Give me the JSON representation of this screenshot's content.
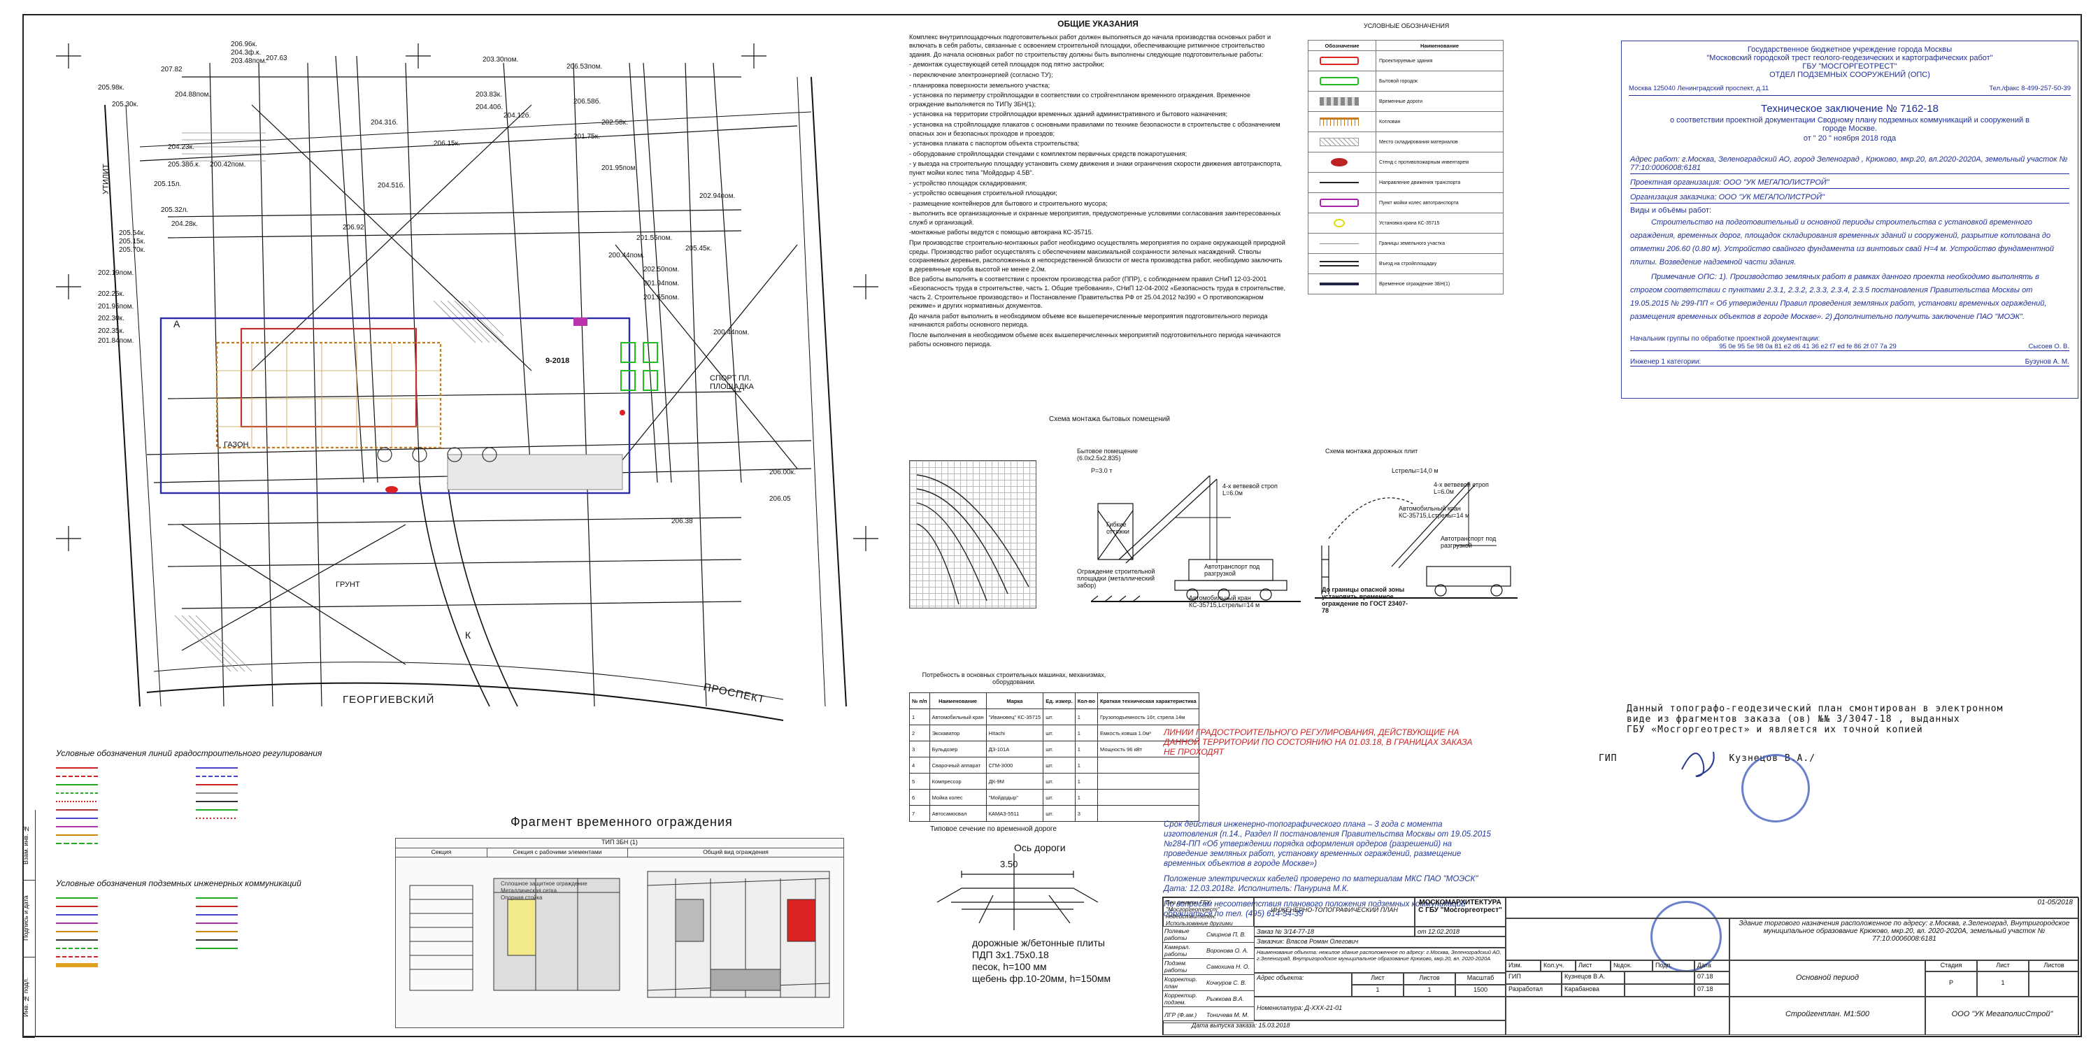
{
  "sidebar": [
    "Взам. инв. №",
    "Подпись и дата",
    "Инв. № подл."
  ],
  "map": {
    "street_1": "ГЕОРГИЕВСКИЙ",
    "street_2": "ПРОСПЕКТ",
    "street_3": "СПОРТ ПЛ. ПЛОЩАДКА",
    "street_4": "УТИЛИТ",
    "street_5": "ГАЗОН",
    "street_6": "ГРУНТ",
    "building_label": "9-2018",
    "grid_label_left": "А",
    "grid_label_bottom": "К",
    "elevations": [
      "206.96к.",
      "204.3ф.к.",
      "203.48пом.",
      "203.30пом.",
      "207.63",
      "207.82",
      "205.98к.",
      "204.88пом.",
      "205.30к.",
      "204.23к.",
      "205.38б.к.",
      "200.42пом.",
      "205.15л.",
      "205.32л.",
      "204.28к.",
      "205.54к.",
      "205.15к.",
      "205.70к.",
      "202.19пом.",
      "202.25к.",
      "201.95пом.",
      "202.30к.",
      "202.35к.",
      "201.84пом.",
      "204.31б.",
      "206.15к.",
      "204.51б.",
      "206.92",
      "206.53пом.",
      "202.94пом.",
      "201.95пом.",
      "201.55пом.",
      "200.44пом.",
      "205.45к.",
      "206.58б.",
      "202.58к.",
      "201.75к.",
      "203.83к.",
      "204.40б.",
      "204.12б.",
      "202.50пом.",
      "201.94пом.",
      "201.55пом.",
      "200.44пом.",
      "206.00к.",
      "206.05",
      "206.38"
    ]
  },
  "notes": {
    "title": "ОБЩИЕ УКАЗАНИЯ",
    "paragraphs": [
      "Комплекс внутриплощадочных подготовительных работ должен выполняться до начала производства основных работ и включать в себя работы, связанные с освоением строительной площадки, обеспечивающие ритмичное строительство здания. До начала основных работ по строительству должны быть выполнены следующие подготовительные работы:",
      "- демонтаж существующей сетей площадок под пятно застройки;",
      "- переключение электроэнергией (согласно ТУ);",
      "- планировка поверхности земельного участка;",
      "- установка по периметру стройплощадки в соответствии со стройгенпланом временного ограждения. Временное ограждение выполняется по ТИПу 3БН(1);",
      "- установка на территории стройплощадки временных зданий административного и бытового назначения;",
      "- установка на стройплощадке плакатов с основными правилами по технике безопасности в строительстве с обозначением опасных зон и безопасных проходов и проездов;",
      "- установка плаката с паспортом объекта строительства;",
      "- оборудование стройплощадки стендами с комплектом первичных средств пожаротушения;",
      "- у выезда на строительную площадку установить схему движения и знаки ограничения скорости движения автотранспорта, пункт мойки колес типа \"Мойдодыр 4.5В\".",
      "- устройство площадок складирования;",
      "- устройство освещения строительной площадки;",
      "- размещение контейнеров для бытового и строительного мусора;",
      "- выполнить все организационные и охранные мероприятия, предусмотренные условиями согласования заинтересованных служб и организаций.",
      "-монтажные работы ведутся с помощью автокрана КС-35715.",
      "При производстве строительно-монтажных работ необходимо осуществлять мероприятия по охране окружающей природной среды. Производство работ осуществлять с обеспечением максимальной сохранности зеленых насаждений. Стволы сохраняемых деревьев, расположенных в непосредственной близости от места производства работ, необходимо заключить в деревянные короба высотой не менее 2.0м.",
      "Все работы выполнять в соответствии с проектом производства работ (ППР), с соблюдением правил СНиП 12-03-2001 «Безопасность труда в строительстве, часть 1. Общие требования», СНиП 12-04-2002 «Безопасность труда в строительстве, часть 2. Строительное производство» и Постановление Правительства РФ от 25.04.2012 №390 « О противопожарном режиме» и других нормативных документов.",
      "До начала работ выполнить в необходимом объеме все вышеперечисленные мероприятия подготовительного периода начинаются работы основного периода.",
      "После выполнения в необходимом объеме всех вышеперечисленных мероприятий подготовительного периода начинаются работы основного периода."
    ]
  },
  "legend": {
    "head": "УСЛОВНЫЕ ОБОЗНАЧЕНИЯ",
    "col1": "Обозначение",
    "col2": "Наименование",
    "rows": [
      {
        "name": "Проектируемые здания",
        "color": "#d22"
      },
      {
        "name": "Бытовой городок",
        "color": "#2b2"
      },
      {
        "name": "Временные дороги",
        "color": "#777"
      },
      {
        "name": "Котлован",
        "color": "#c87a20"
      },
      {
        "name": "Место складирования материалов",
        "color": "#999"
      },
      {
        "name": "Стенд с противопожарным инвентарем",
        "color": "#b22"
      },
      {
        "name": "Направление движения транспорта",
        "color": "#222"
      },
      {
        "name": "Пункт мойки колес автотранспорта",
        "color": "#a2a"
      },
      {
        "name": "Установка крана КС-35715",
        "color": "#dd0"
      },
      {
        "name": "Границы земельного участка",
        "color": "#888"
      },
      {
        "name": "Въезд на стройплощадку",
        "color": "#222"
      },
      {
        "name": "Временное ограждение 3БН(1)",
        "color": "#224"
      }
    ]
  },
  "conclusion": {
    "org1": "Государственное бюджетное учреждение города Москвы",
    "org2": "\"Московский городской трест геолого-геодезических и картографических работ\"",
    "org3": "ГБУ \"МОСГОРГЕОТРЕСТ\"",
    "org4": "ОТДЕЛ ПОДЗЕМНЫХ СООРУЖЕНИЙ (ОПС)",
    "address": "Москва 125040 Ленинградский проспект, д.11",
    "phone": "Тел./факс 8-499-257-50-39",
    "title": "Техническое заключение № 7162-18",
    "subtitle": "о соответствии проектной документации Сводному плану подземных коммуникаций и сооружений в городе Москве.",
    "date": "от \" 20 \" ноября  2018  года",
    "work_address": "Адрес работ: г.Москва, Зеленоградский АО, город Зеленоград , Крюково, мкр.20, вл.2020-2020А, земельный участок № 77:10:0006008:6181",
    "project_org": "Проектная организация: ООО \"УК МЕГАПОЛИСТРОЙ\"",
    "customer_org": "Организация заказчика: ООО \"УК МЕГАПОЛИСТРОЙ\"",
    "work_types": "Виды и объёмы работ:",
    "work_text": "Строительство на подготовительный и основной периоды строительства с установкой временного ограждения, временных дорог, площадок складирования временных зданий и сооружений, разрытие котлована до отметки 206.60 (0.80 м). Устройство свайного фундамента из винтовых свай Н=4 м. Устройство фундаментной плиты. Возведение надземной части здания.",
    "note_text": "Примечание ОПС: 1). Производство земляных работ в рамках данного проекта необходимо выполнять в строгом соответствии с пунктами 2.3.1, 2.3.2, 2.3.3, 2.3.4, 2.3.5 постановления Правительства Москвы от 19.05.2015 № 299-ПП « Об утверждении Правил проведения земляных работ, установки временных ограждений, размещения временных объектов в городе Москве». 2) Дополнительно получить заключение ПАО \"МОЭК\".",
    "chief_label": "Начальник группы по обработке проектной документации:",
    "chief_hash": "95 0e 95 5e 98 0a 81 e2 d6 41 36 e2 f7 ed fe 86 2f 07 7a 29",
    "chief_name": "Сысоев О. В.",
    "eng_label": "Инженер 1 категории:",
    "eng_name": "Бузунов А. М."
  },
  "cranes": {
    "chart_title": "Схема монтажа бытовых помещений",
    "label_1": "Бытовое помещение (6.0х2.5х2.835)",
    "label_2": "Р=3.0 т",
    "label_3": "4-х ветвевой строп L=6.0м",
    "label_4": "Гибкие оттяжки",
    "label_5": "Ограждение строительной площадки (металлический забор)",
    "label_6": "Автотранспорт под разгрузкой",
    "label_7": "Автомобильный кран КС-35715,Lстрелы=14 м",
    "label_8": "Схема монтажа дорожных плит",
    "label_9": "Lстрелы=14,0 м",
    "label_10": "4-х ветвевой строп L=6.0м",
    "label_11": "Автомобильный кран КС-35715,Lстрелы=14 м",
    "label_12": "Автотранспорт под разгрузкой",
    "label_13": "До границы опасной зоны установить временное ограждение по ГОСТ 23407-78"
  },
  "machines": {
    "title": "Потребность в основных строительных машинах, механизмах, оборудовании.",
    "headers": [
      "№ п/п",
      "Наименование",
      "Марка",
      "Ед. измер.",
      "Кол-во",
      "Краткая техническая характеристика"
    ],
    "rows": [
      [
        "1",
        "Автомобильный кран",
        "\"Ивановец\" КС-35715",
        "шт.",
        "1",
        "Грузоподъемность 16т, стрела 14м"
      ],
      [
        "2",
        "Экскаватор",
        "HItachi",
        "шт.",
        "1",
        "Емкость ковша 1.0м³"
      ],
      [
        "3",
        "Бульдозер",
        "ДЗ-101А",
        "шт.",
        "1",
        "Мощность 96 кВт"
      ],
      [
        "4",
        "Сварочный аппарат",
        "СГМ-3000",
        "шт.",
        "1",
        ""
      ],
      [
        "5",
        "Компрессор",
        "ДК-9М",
        "шт.",
        "1",
        ""
      ],
      [
        "6",
        "Мойка колес",
        "\"Мойдодыр\"",
        "шт.",
        "1",
        ""
      ],
      [
        "7",
        "Автосамосвал",
        "КАМАЗ-5511",
        "шт.",
        "3",
        ""
      ]
    ]
  },
  "fence": {
    "title": "Фрагмент временного ограждения",
    "type": "ТИП 3БН (1)",
    "col1": "Секция",
    "col2": "Секция с рабочими элементами",
    "col3": "Общий вид ограждения",
    "label_1": "Сплошное защитное ограждение",
    "label_2": "Металлическая сетка",
    "label_3": "Опорная стойка"
  },
  "road": {
    "title": "Типовое сечение по временной дороге",
    "axis": "Ось дороги",
    "width": "3.50",
    "line_1": "дорожные ж/бетонные плиты",
    "line_2": "ПДП 3х1.75х0.18",
    "line_3": "песок, h=100 мм",
    "line_4": "щебень фр.10-20мм, h=150мм"
  },
  "redline": {
    "head": "ЛИНИИ ГРАДОСТРОИТЕЛЬНОГО РЕГУЛИРОВАНИЯ, ДЕЙСТВУЮЩИЕ НА ДАННОЙ ТЕРРИТОРИИ ПО СОСТОЯНИЮ НА 01.03.18, В ГРАНИЦАХ ЗАКАЗА НЕ ПРОХОДЯТ"
  },
  "validity": {
    "line_1": "Срок действия инженерно-топографического плана – 3 года с момента изготовления (п.14., Раздел II постановления Правительства Москвы от 19.05.2015 №284-ПП «Об утверждении порядка оформления ордеров (разрешений) на проведение земляных работ, установку временных ограждений, размещение временных объектов в городе Москве»)",
    "line_2": "Положение электрических кабелей проверено по материалам МКС ПАО \"МОЭСК\"",
    "line_3": "Дата: 12.03.2018г. Исполнитель: Панурина М.К.",
    "line_4": "По вопросам несоответствия планового положения подземных коммуникаций обращаться по тел. (495) 614-54-39"
  },
  "signoff": {
    "line_1": "Данный топографо-геодезический план смонтирован в электронном",
    "line_2": "виде из фрагментов заказа (ов) №№ 3/3047-18 , выданных",
    "line_3": "ГБУ «Мосгоргеотрест» и является их точной копией",
    "gip": "ГИП",
    "gip_name": "Кузнецов В.А./"
  },
  "titleblock": {
    "stamp_text": "Без печати ГБУ \"Мосгоргеотрест\" недействителен. Использование другими организациями не допускается",
    "plan_type": "ИНЖЕНЕРНО-ТОПОГРАФИЧЕСКИЙ ПЛАН",
    "mosarch": "МОСКОМАРХИТЕКТУРА С ГБУ \"Мосгоргеотрест\"",
    "order": "Заказ № 3/14-77-18",
    "order_date": "от 12.02.2018",
    "customer": "Заказчик: Власов Роман Олегович",
    "object": "Наименование объекта: нежилое здание расположенное по адресу: г.Москва, Зеленоградский АО, г.Зеленоград, Внутригородское муниципальное образование Крюково, мкр.20, вл. 2020-2020А",
    "staff": [
      [
        "Полевые работы",
        "Смирнов П. В."
      ],
      [
        "Камерал. работы",
        "Воронова О. А."
      ],
      [
        "Подзем. работы",
        "Самохина Н. О."
      ],
      [
        "Корректир. план",
        "Кочкуров С. В."
      ],
      [
        "Корректир. подзем.",
        "Рыжкова В.А."
      ],
      [
        "ЛГР (Ф.ам.)",
        "Тоничева М. М."
      ]
    ],
    "address_label": "Адрес объекта:",
    "sheet_label": "Лист",
    "sheets_label": "Листов",
    "scale_label": "Масштаб",
    "sheet": "1",
    "sheets": "1",
    "scale": "1500",
    "nomenclature": "Номенклатура: Д-ХХХ-21-01",
    "issue_date": "Дата выпуска заказа: 15.03.2018",
    "code": "01-05/2018",
    "right_title": "Здание торгового назначения расположенное по адресу: г.Москва, г.Зеленоград, Внутригородское муниципальное образование Крюково, мкр.20, вл. 2020-2020А, земельный участок № 77:10:0006008:6181",
    "izm": "Изм.",
    "kol": "Кол.уч.",
    "list": "Лист",
    "ndoc": "№док.",
    "podp": "Подп.",
    "data": "Дата",
    "gip": "ГИП",
    "gip_name": "Кузнецов В.А.",
    "razrab": "Разработал",
    "razrab_name": "Карабанова",
    "date_1": "07.18",
    "date_2": "07.18",
    "period": "Основной период",
    "stadia": "Стадия",
    "stadia_val": "Р",
    "list_label": "Лист",
    "list_val": "1",
    "listov_label": "Листов",
    "sheet_name": "Стройгенплан. М1:500",
    "company": "ООО \"УК МегаполисСтрой\""
  },
  "legends_bottom": {
    "title_1": "Условные обозначения линий градостроительного регулирования",
    "title_2": "Условные обозначения подземных инженерных коммуникаций"
  }
}
